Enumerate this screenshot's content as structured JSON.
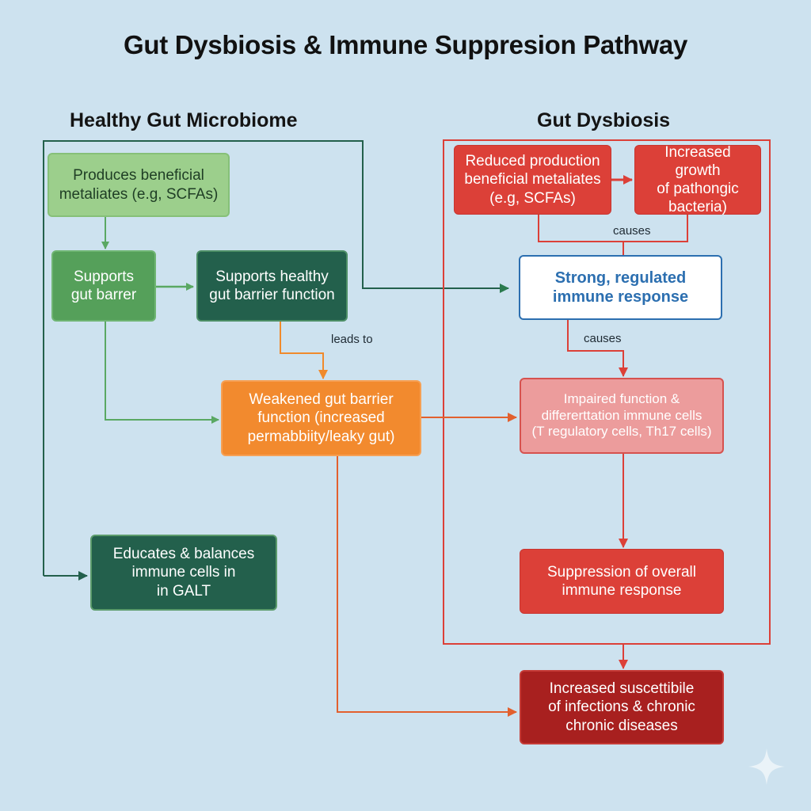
{
  "title": "Gut Dysbiosis & Immune Suppresion Pathway",
  "sections": {
    "healthy": "Healthy Gut Microbiome",
    "dysbiosis": "Gut Dysbiosis"
  },
  "nodes": {
    "produces_metabolites": "Produces beneficial\nmetaliates (e.g, SCFAs)",
    "supports_gut_barrier": "Supports\ngut barrer",
    "supports_healthy_barrier": "Supports healthy\ngut barrier function",
    "weakened_barrier": "Weakened gut barrier\nfunction (increased\npermabbiity/leaky gut)",
    "educates_immune": "Educates & balances\nimmune cells in\nin GALT",
    "reduced_production": "Reduced production\nbeneficial metaliates\n(e.g, SCFAs)",
    "increased_pathogenic": "Increased growth\nof pathongic\nbacteria)",
    "strong_immune": "Strong, regulated\nimmune response",
    "impaired_function": "Impaired function &\ndiffererttation  immune cells\n(T regulatory cells, Th17 cells)",
    "suppression": "Suppression of overall\nimmune response",
    "susceptibility": "Increased suscettibile\nof infections & chronic\nchronic diseases"
  },
  "edge_labels": {
    "leads_to": "leads to",
    "causes_top": "causes",
    "causes_mid": "causes"
  },
  "colors": {
    "background": "#cde2ef",
    "healthy_light": "#9ccf8c",
    "healthy_mid": "#55a05a",
    "healthy_dark": "#23604c",
    "warning_orange": "#f28a2e",
    "dysbiosis_red": "#dc4038",
    "impaired_pink": "#ec9c9c",
    "outcome_dark_red": "#a8201f",
    "immune_blue": "#2c6fb0"
  },
  "watermark_icon": "sparkle-icon"
}
